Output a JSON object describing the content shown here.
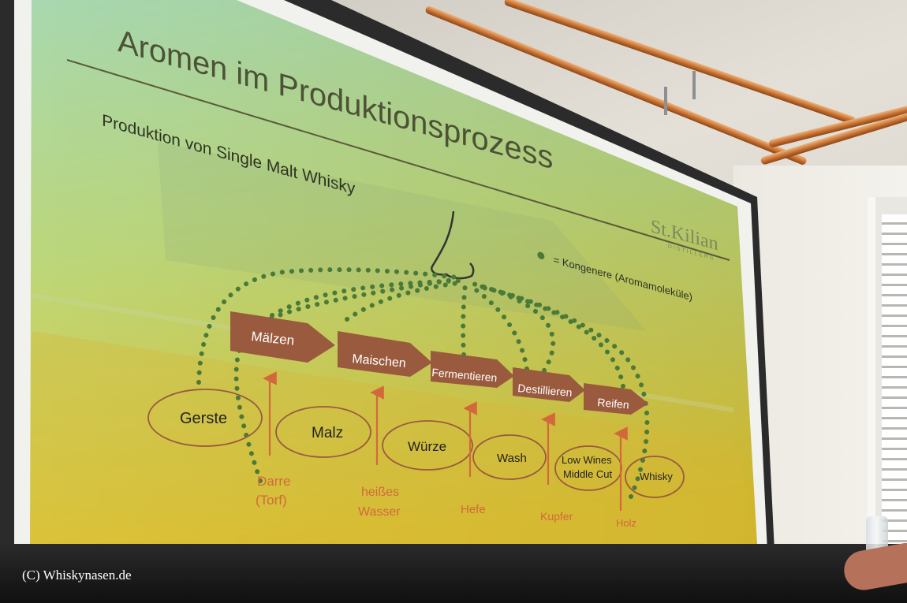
{
  "slide": {
    "title": "Aromen im Produktionsprozess",
    "subtitle": "Produktion von Single Malt Whisky",
    "logo": {
      "main": "St.Kilian",
      "sub": "DISTILLERS"
    },
    "legend": "= Kongenere (Aromamoleküle)",
    "steps": [
      "Mälzen",
      "Maischen",
      "Fermentieren",
      "Destillieren",
      "Reifen"
    ],
    "products": [
      "Gerste",
      "Malz",
      "Würze",
      "Wash",
      "Low Wines",
      "Middle Cut",
      "Whisky"
    ],
    "inputs": [
      "Darre",
      "(Torf)",
      "heißes",
      "Wasser",
      "Hefe",
      "Kupfer",
      "Holz"
    ]
  },
  "copyright": "(C) Whiskynasen.de",
  "colors": {
    "step_fill": "#9a5a3e",
    "dot": "#4a7a3a",
    "input_text": "#d2693c",
    "screen_top": "#a8d8b0",
    "screen_bottom": "#e2c630"
  }
}
